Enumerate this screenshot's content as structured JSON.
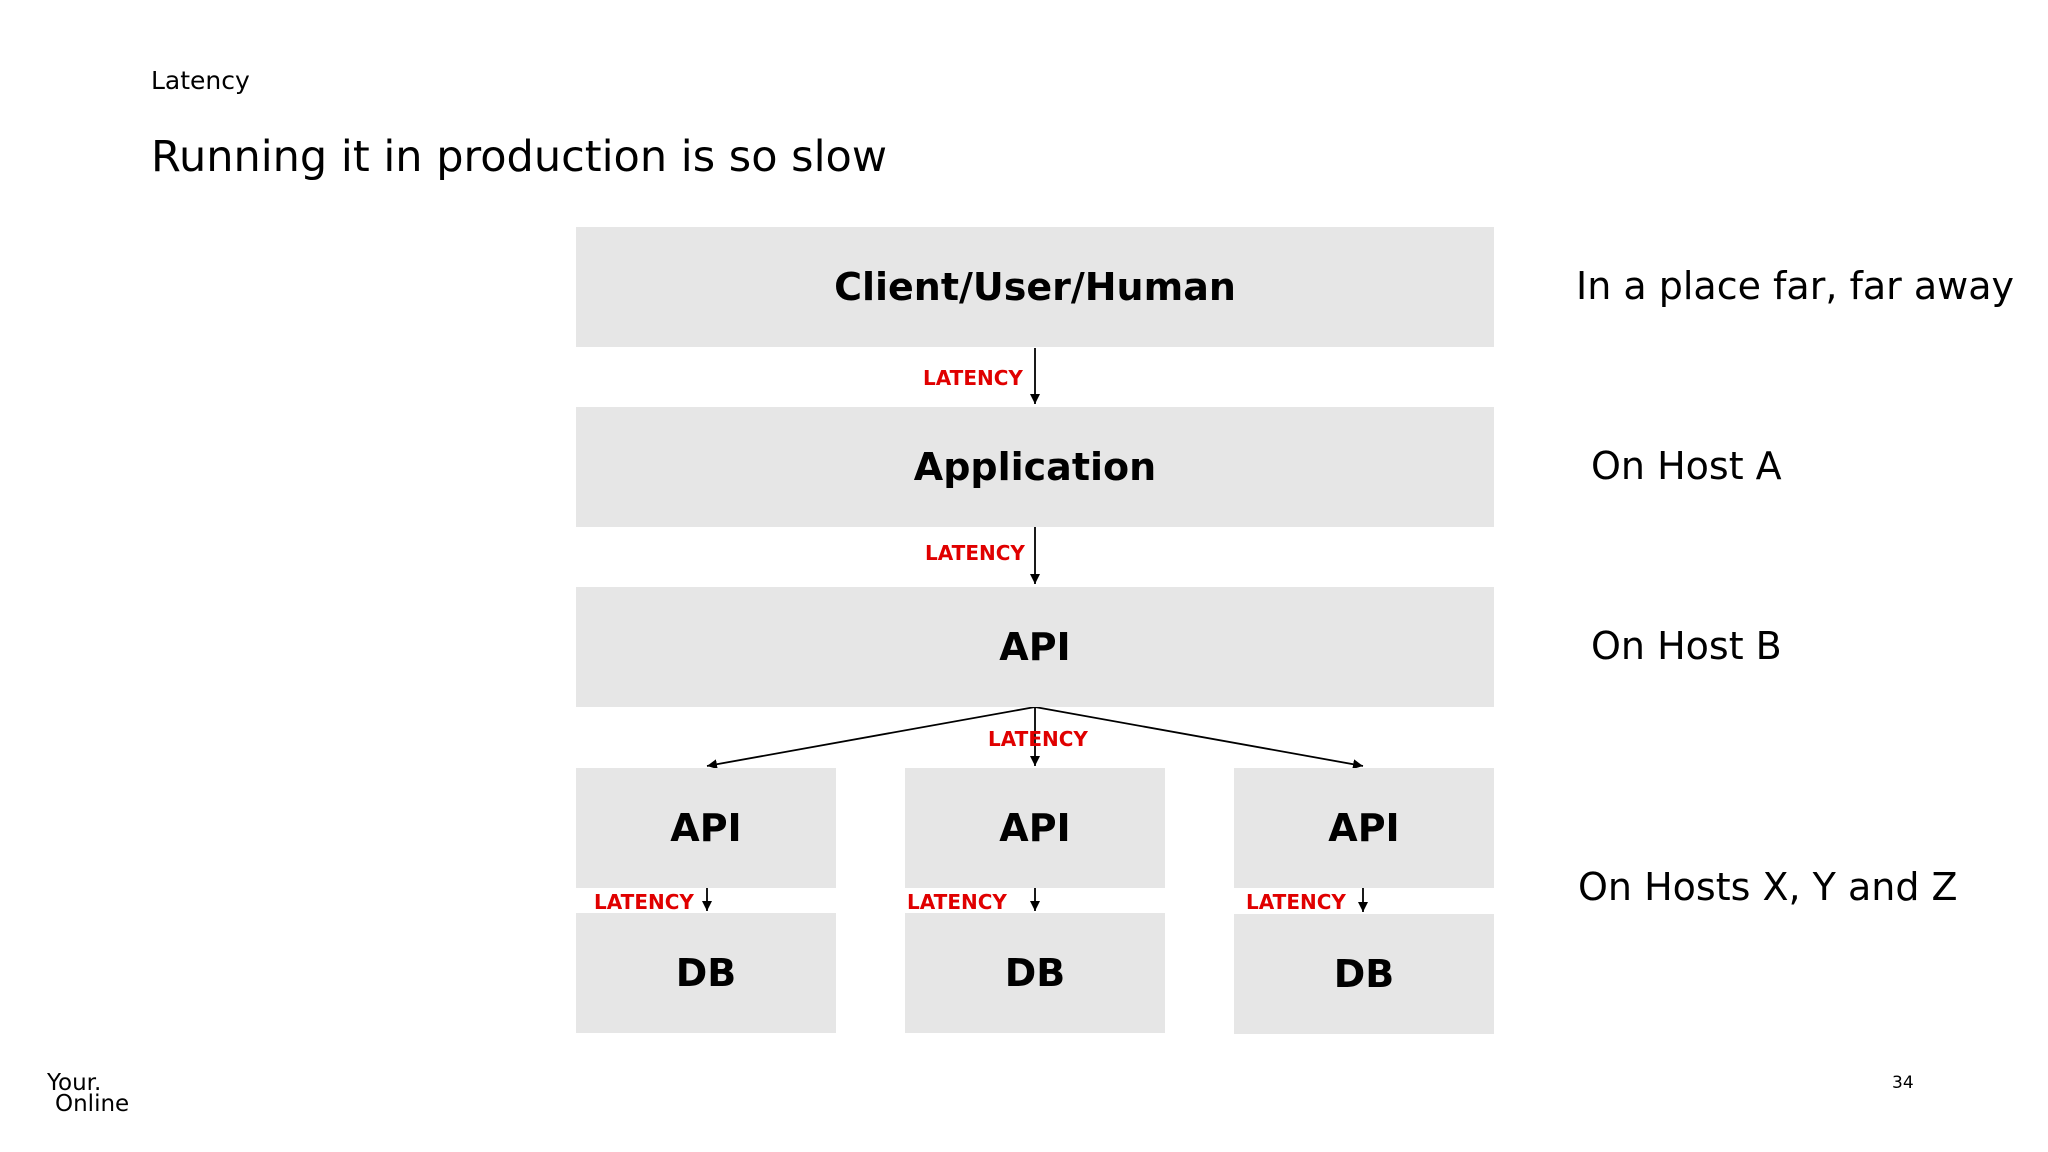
{
  "header": {
    "section": "Latency",
    "title": "Running it in production is so slow"
  },
  "diagram": {
    "tiers": {
      "client": "Client/User/Human",
      "application": "Application",
      "api": "API",
      "api_x": "API",
      "api_y": "API",
      "api_z": "API",
      "db_x": "DB",
      "db_y": "DB",
      "db_z": "DB"
    },
    "latency_label": "LATENCY",
    "latency_color": "#e00000",
    "box_color": "#e6e6e6",
    "side_labels": {
      "client": "In a place far, far away",
      "application": "On Host A",
      "api": "On Host B",
      "hosts": "On Hosts X, Y and Z"
    }
  },
  "footer": {
    "logo_line1": "Your.",
    "logo_line2": "Online",
    "page_number": "34"
  }
}
